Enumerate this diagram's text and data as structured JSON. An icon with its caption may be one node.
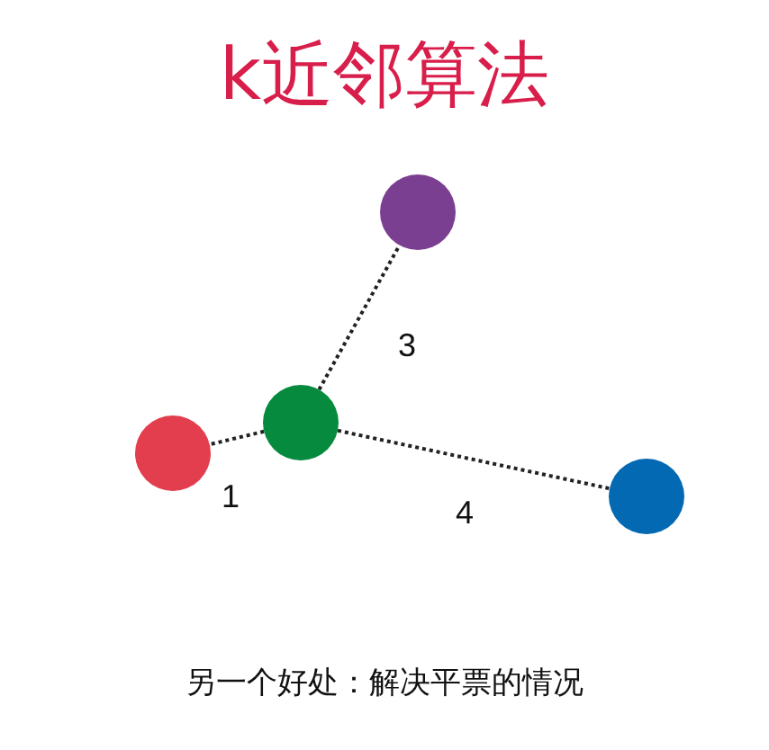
{
  "diagram": {
    "title": "k近邻算法",
    "caption": "另一个好处：解决平票的情况",
    "nodes": [
      {
        "text": [],
        "shape": "circle"
      },
      {
        "text": [],
        "shape": "circle"
      },
      {
        "text": [],
        "shape": "circle"
      },
      {
        "text": [],
        "shape": "circle"
      }
    ],
    "edges": [
      {
        "from": 1,
        "to": 0,
        "arrow": "none",
        "label": "3"
      },
      {
        "from": 1,
        "to": 2,
        "arrow": "none",
        "label": "1"
      },
      {
        "from": 1,
        "to": 3,
        "arrow": "none",
        "label": "4"
      }
    ]
  }
}
